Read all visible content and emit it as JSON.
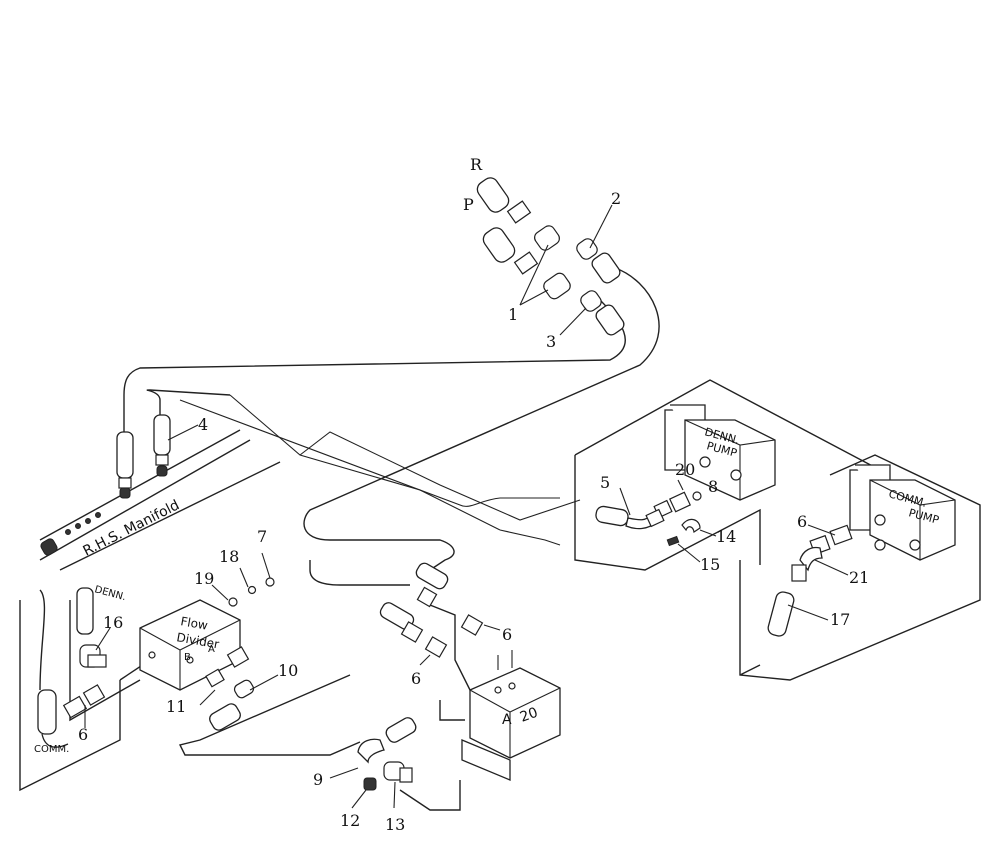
{
  "callouts": {
    "R": "R",
    "P": "P",
    "n1": "1",
    "n2": "2",
    "n3": "3",
    "n4": "4",
    "n5": "5",
    "n6a": "6",
    "n6b": "6",
    "n6c": "6",
    "n6d": "6",
    "n7": "7",
    "n8": "8",
    "n9": "9",
    "n10": "10",
    "n11": "11",
    "n12": "12",
    "n13": "13",
    "n14": "14",
    "n15": "15",
    "n16": "16",
    "n17": "17",
    "n18": "18",
    "n19": "19",
    "n20a": "20",
    "n21": "21"
  },
  "labels": {
    "manifold": "R.H.S. Manifold",
    "flow_divider_1": "Flow",
    "flow_divider_2": "Divider",
    "denn_pump_1": "DENN.",
    "denn_pump_2": "PUMP",
    "comm_pump_1": "COMM.",
    "comm_pump_2": "PUMP",
    "denn_small": "DENN.",
    "comm_small": "COMM.",
    "valve_a": "A",
    "valve_20": "20",
    "fd_b": "B",
    "fd_a": "A"
  }
}
